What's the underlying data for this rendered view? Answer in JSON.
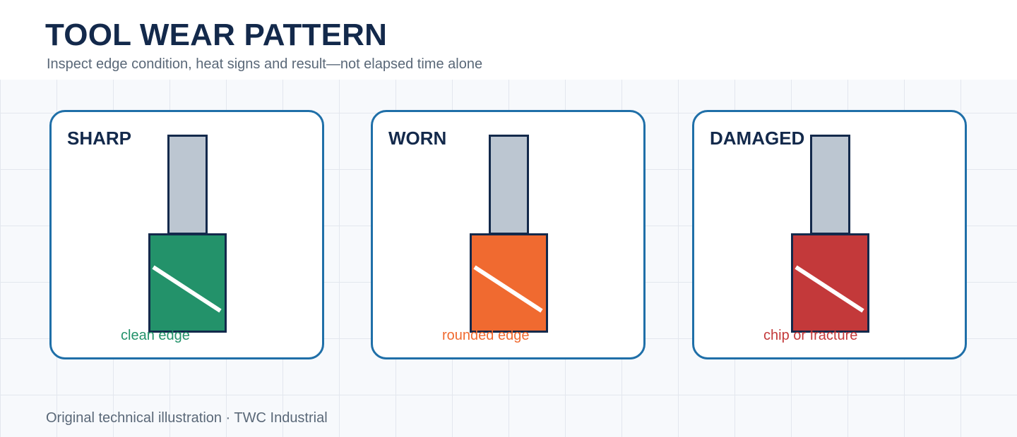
{
  "header": {
    "title": "TOOL WEAR PATTERN",
    "subtitle": "Inspect edge condition, heat signs and result—not elapsed time alone"
  },
  "cards": [
    {
      "label": "SHARP",
      "caption": "clean edge",
      "color": "#23926a"
    },
    {
      "label": "WORN",
      "caption": "rounded edge",
      "color": "#f06a30"
    },
    {
      "label": "DAMAGED",
      "caption": "chip or fracture",
      "color": "#c3393a"
    }
  ],
  "colors": {
    "outline": "#13294b",
    "card_border": "#1f6fa8",
    "shank": "#bcc6d1",
    "edge_line": "#ffffff"
  },
  "footer": {
    "credit": "Original technical illustration · TWC Industrial"
  }
}
